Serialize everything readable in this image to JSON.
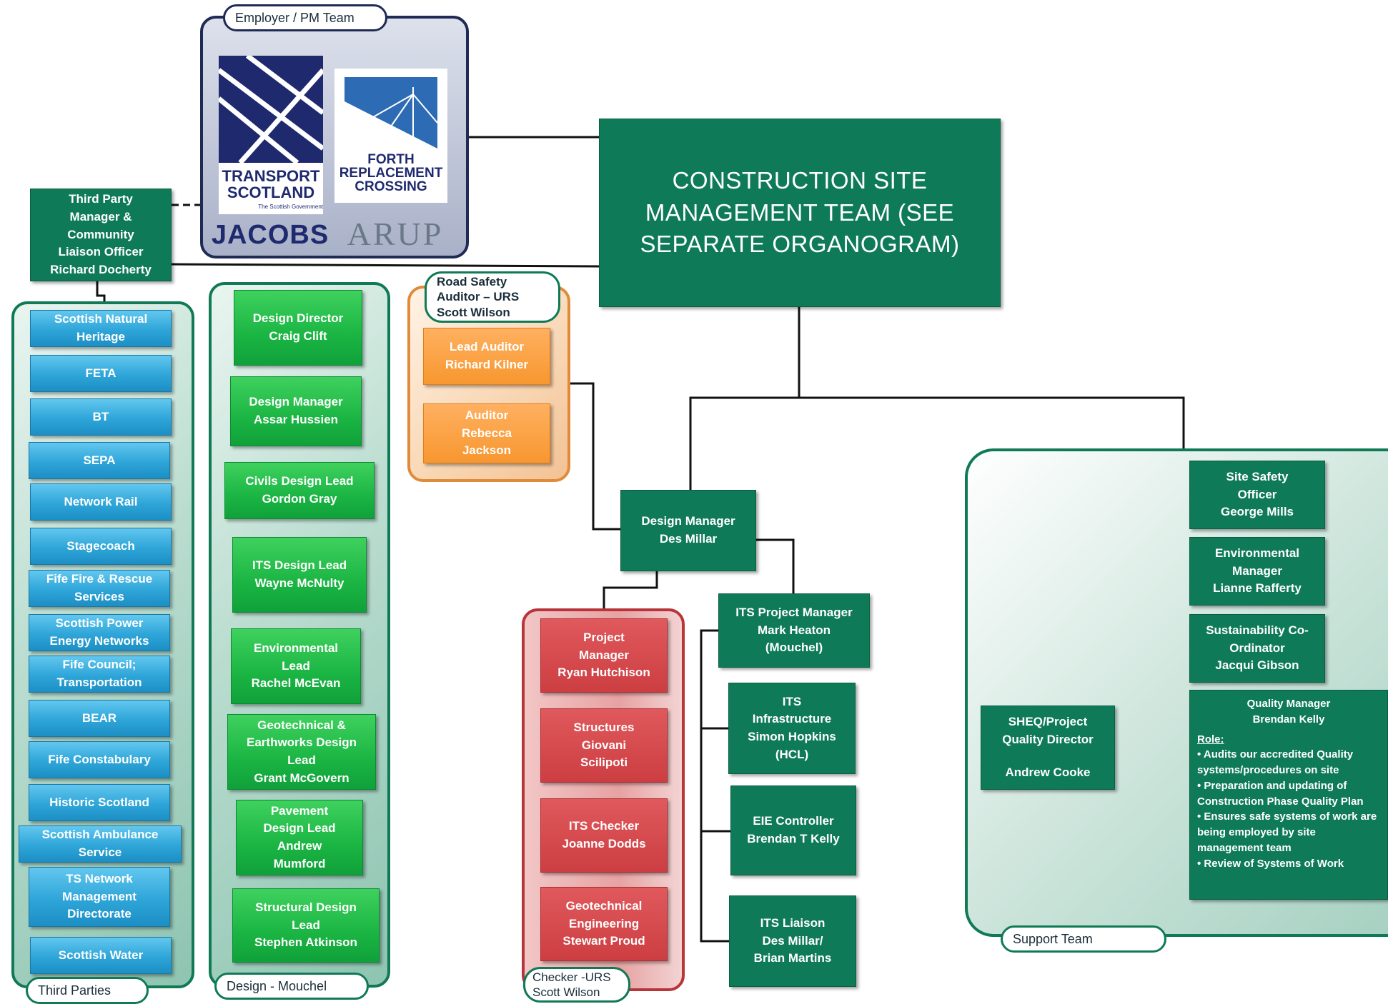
{
  "employer": {
    "label": "Employer / PM Team",
    "logos": [
      {
        "name": "transport-scotland-logo",
        "text": "TRANSPORT SCOTLAND",
        "subtext": "The Scottish Government",
        "color": "#1f2a6e"
      },
      {
        "name": "forth-replacement-crossing-logo",
        "text": "FORTH REPLACEMENT CROSSING",
        "color": "#1f2a6e"
      },
      {
        "name": "jacobs-logo",
        "text": "JACOBS",
        "color": "#1f2a6e"
      },
      {
        "name": "arup-logo",
        "text": "ARUP",
        "color": "#5a6a7a"
      }
    ]
  },
  "construction": {
    "lines": [
      "CONSTRUCTION SITE",
      "MANAGEMENT TEAM (SEE",
      "SEPARATE ORGANOGRAM)"
    ]
  },
  "third_party_manager": {
    "lines": [
      "Third Party",
      "Manager &",
      "Community",
      "Liaison Officer",
      "Richard Docherty"
    ]
  },
  "third_parties": {
    "label": "Third Parties",
    "items": [
      {
        "lines": [
          "Scottish Natural",
          "Heritage"
        ]
      },
      {
        "lines": [
          "FETA"
        ]
      },
      {
        "lines": [
          "BT"
        ]
      },
      {
        "lines": [
          "SEPA"
        ]
      },
      {
        "lines": [
          "Network Rail"
        ]
      },
      {
        "lines": [
          "Stagecoach"
        ]
      },
      {
        "lines": [
          "Fife Fire & Rescue",
          "Services"
        ]
      },
      {
        "lines": [
          "Scottish Power",
          "Energy Networks"
        ]
      },
      {
        "lines": [
          "Fife Council;",
          "Transportation"
        ]
      },
      {
        "lines": [
          "BEAR"
        ]
      },
      {
        "lines": [
          "Fife Constabulary"
        ]
      },
      {
        "lines": [
          "Historic Scotland"
        ]
      },
      {
        "lines": [
          "Scottish Ambulance",
          "Service"
        ]
      },
      {
        "lines": [
          "TS Network",
          "Management",
          "Directorate"
        ]
      },
      {
        "lines": [
          "Scottish Water"
        ]
      }
    ]
  },
  "design_mouchel": {
    "label": "Design - Mouchel",
    "items": [
      {
        "lines": [
          "Design Director",
          "Craig Clift"
        ]
      },
      {
        "lines": [
          "Design Manager",
          "Assar Hussien"
        ]
      },
      {
        "lines": [
          "Civils Design Lead",
          "Gordon Gray"
        ]
      },
      {
        "lines": [
          "ITS Design Lead",
          "Wayne McNulty"
        ]
      },
      {
        "lines": [
          "Environmental",
          "Lead",
          "Rachel McEvan"
        ]
      },
      {
        "lines": [
          "Geotechnical &",
          "Earthworks Design",
          "Lead",
          "Grant McGovern"
        ]
      },
      {
        "lines": [
          "Pavement",
          "Design Lead",
          "Andrew",
          "Mumford"
        ]
      },
      {
        "lines": [
          "Structural Design",
          "Lead",
          "Stephen Atkinson"
        ]
      }
    ]
  },
  "road_safety": {
    "label": "Road Safety Auditor – URS Scott Wilson",
    "items": [
      {
        "lines": [
          "Lead Auditor",
          "Richard Kilner"
        ]
      },
      {
        "lines": [
          "Auditor",
          "Rebecca",
          "Jackson"
        ]
      }
    ]
  },
  "design_manager_des": {
    "lines": [
      "Design Manager",
      "Des Millar"
    ]
  },
  "checker": {
    "label": "Checker -URS Scott Wilson",
    "items": [
      {
        "lines": [
          "Project",
          "Manager",
          "Ryan Hutchison"
        ]
      },
      {
        "lines": [
          "Structures",
          "Giovani",
          "Scilipoti"
        ]
      },
      {
        "lines": [
          "ITS Checker",
          "Joanne Dodds"
        ]
      },
      {
        "lines": [
          "Geotechnical",
          "Engineering",
          "Stewart Proud"
        ]
      }
    ]
  },
  "its": {
    "items": [
      {
        "lines": [
          "ITS Project Manager",
          "Mark Heaton",
          "(Mouchel)"
        ]
      },
      {
        "lines": [
          "ITS",
          "Infrastructure",
          "Simon Hopkins",
          "(HCL)"
        ]
      },
      {
        "lines": [
          "EIE Controller",
          "Brendan T Kelly"
        ]
      },
      {
        "lines": [
          "ITS  Liaison",
          "Des Millar/",
          "Brian Martins"
        ]
      }
    ]
  },
  "support": {
    "label": "Support Team",
    "sheq": {
      "lines": [
        "SHEQ/Project",
        "Quality Director",
        "",
        "Andrew Cooke"
      ]
    },
    "items": [
      {
        "lines": [
          "Site Safety",
          "Officer",
          "George Mills"
        ]
      },
      {
        "lines": [
          "Environmental",
          "Manager",
          "Lianne Rafferty"
        ]
      },
      {
        "lines": [
          "Sustainability Co-",
          "Ordinator",
          "Jacqui Gibson"
        ]
      }
    ],
    "quality_manager": {
      "title": "Quality Manager",
      "name": "Brendan Kelly",
      "role_label": "Role:",
      "bullets": [
        "• Audits our accredited Quality",
        "   systems/procedures on site",
        "• Preparation and updating of",
        "   Construction Phase Quality Plan",
        "• Ensures safe systems of work are",
        "   being employed by site",
        "   management team",
        "•  Review of  Systems of Work"
      ]
    }
  }
}
